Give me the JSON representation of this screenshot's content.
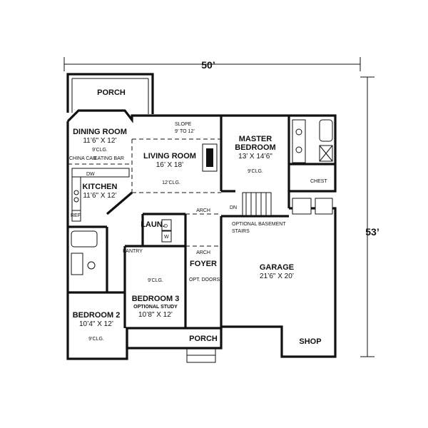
{
  "dimensions": {
    "width": "50’",
    "depth": "53’"
  },
  "rooms": {
    "porch_rear": {
      "name": "PORCH"
    },
    "dining": {
      "name": "DINING ROOM",
      "size": "11’6\" X 12’",
      "ceiling": "9’CLG."
    },
    "living": {
      "name": "LIVING ROOM",
      "size": "16’ X 18’",
      "ceiling": "12’CLG."
    },
    "master": {
      "name_line1": "MASTER",
      "name_line2": "BEDROOM",
      "size": "13’ X 14’6\"",
      "ceiling": "9’CLG."
    },
    "kitchen": {
      "name": "KITCHEN",
      "size": "11’6\" X 12’"
    },
    "laundry": {
      "name": "LAUN."
    },
    "pantry": {
      "name": "PANTRY"
    },
    "foyer": {
      "name": "FOYER"
    },
    "bedroom3": {
      "name": "BEDROOM 3",
      "subtitle": "OPTIONAL STUDY",
      "size": "10’8\" X 12’",
      "ceiling": "9’CLG."
    },
    "bedroom2": {
      "name": "BEDROOM 2",
      "size": "10’4\" X 12’",
      "ceiling": "9’CLG."
    },
    "garage": {
      "name": "GARAGE",
      "size": "21’6\" X 20’"
    },
    "shop": {
      "name": "SHOP"
    },
    "porch_front": {
      "name": "PORCH"
    }
  },
  "notes": {
    "slope_line1": "SLOPE",
    "slope_line2": "9’ TO 12’",
    "china_cab": "CHINA CAB.",
    "eating_bar": "EATING BAR",
    "dw": "DW",
    "ref": "REF",
    "w": "W",
    "d": "D",
    "chest": "CHEST",
    "dn": "DN",
    "arch_top": "ARCH",
    "arch_bottom": "ARCH",
    "opt_basement_line1": "OPTIONAL BASEMENT",
    "opt_basement_line2": "STAIRS",
    "opt_doors": "OPT. DOORS"
  }
}
